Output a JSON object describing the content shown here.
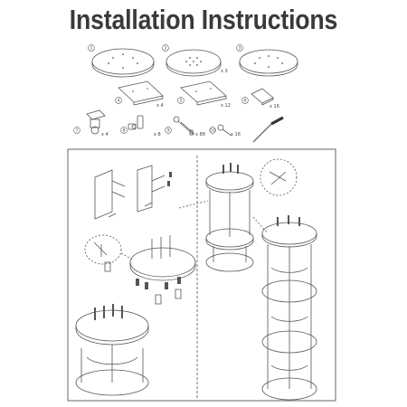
{
  "header": {
    "title": "Installation Instructions"
  },
  "parts": [
    {
      "id": "1",
      "qty": ""
    },
    {
      "id": "2",
      "qty": ""
    },
    {
      "id": "3",
      "qty": "x 3"
    },
    {
      "id": "4",
      "qty": "x 4"
    },
    {
      "id": "5",
      "qty": "x 12"
    },
    {
      "id": "6",
      "qty": "x 16"
    },
    {
      "id": "7",
      "qty": "x 4"
    },
    {
      "id": "8",
      "qty": "x 8"
    },
    {
      "id": "9",
      "qty": "x 88"
    },
    {
      "id": "10",
      "qty": "x 16"
    }
  ]
}
